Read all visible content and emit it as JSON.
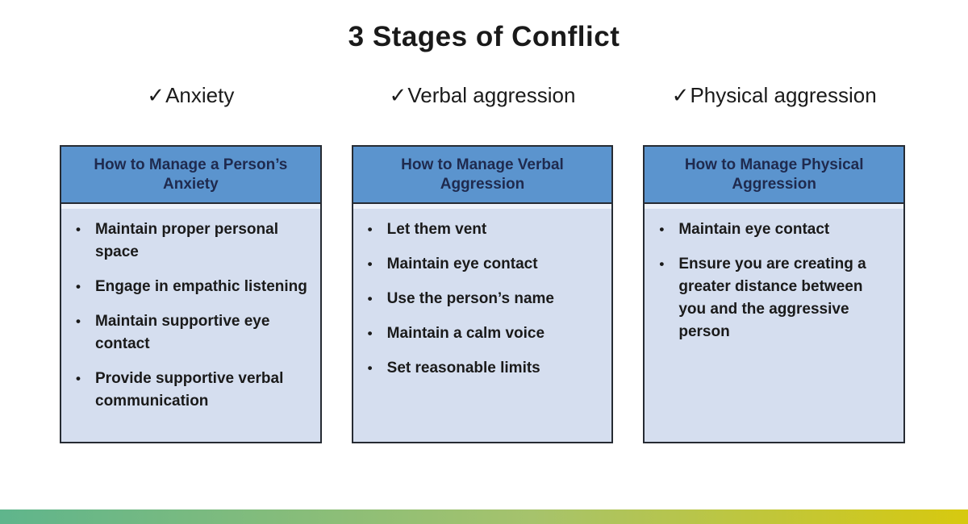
{
  "slide": {
    "title": "3 Stages of Conflict",
    "checkmark": "✓",
    "bullet_glyph": "•",
    "colors": {
      "header_bg": "#5b94ce",
      "body_bg": "#d5deef",
      "border": "#262b33",
      "header_text": "#1f2a4e",
      "body_text": "#1a1a1a"
    },
    "footer_gradient": {
      "left": "#5fb58c",
      "mid": "#a6c36c",
      "right": "#d7c90f"
    },
    "columns": [
      {
        "stage_label": "Anxiety",
        "box_title": "How to Manage a Person’s Anxiety",
        "bullets": [
          "Maintain proper personal space",
          "Engage in empathic listening",
          "Maintain supportive eye contact",
          "Provide supportive verbal communication"
        ]
      },
      {
        "stage_label": "Verbal aggression",
        "box_title": "How to Manage Verbal Aggression",
        "bullets": [
          "Let them vent",
          "Maintain eye contact",
          "Use the person’s name",
          "Maintain a calm voice",
          "Set reasonable limits"
        ]
      },
      {
        "stage_label": "Physical aggression",
        "box_title": "How to Manage Physical Aggression",
        "bullets": [
          "Maintain eye contact",
          "Ensure you are creating a greater distance between you and the aggressive person"
        ]
      }
    ]
  }
}
